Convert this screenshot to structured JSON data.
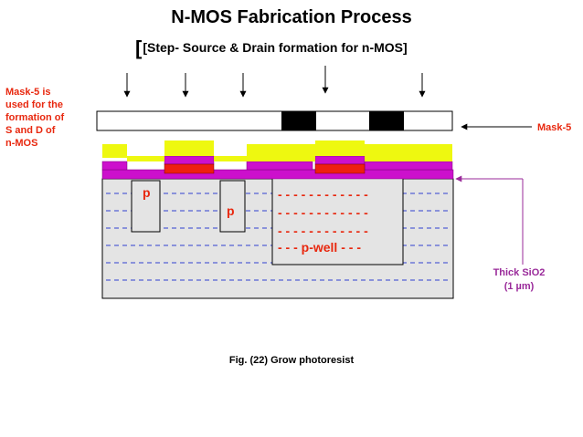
{
  "title": "N-MOS Fabrication Process",
  "subtitle": {
    "bracket": "[",
    "text": "[Step- Source & Drain formation for n-MOS]"
  },
  "side_note": {
    "lines": [
      "Mask-5 is",
      "used for the",
      "formation of",
      "S and D of",
      "n-MOS"
    ]
  },
  "mask_label": "Mask-5",
  "oxide_label": {
    "line1": "Thick SiO2",
    "line2": "(1 µm)"
  },
  "regions": {
    "p_left": "p",
    "p_middle": "p",
    "well_dashes": "- - - - - - - - - - - -",
    "well_label": "- - -  p-well - - -"
  },
  "caption": "Fig. (22) Grow photoresist",
  "colors": {
    "photoresist": "#eef810",
    "oxide": "#cc10cc",
    "gate": "#ee2010",
    "substrate": "#e4e4e4",
    "mask_opaque": "#000000",
    "note_red": "#e8280f",
    "oxide_label_purple": "#9a2a9a",
    "substrate_dashes": "#3040d0",
    "well_text": "#e8280f"
  }
}
